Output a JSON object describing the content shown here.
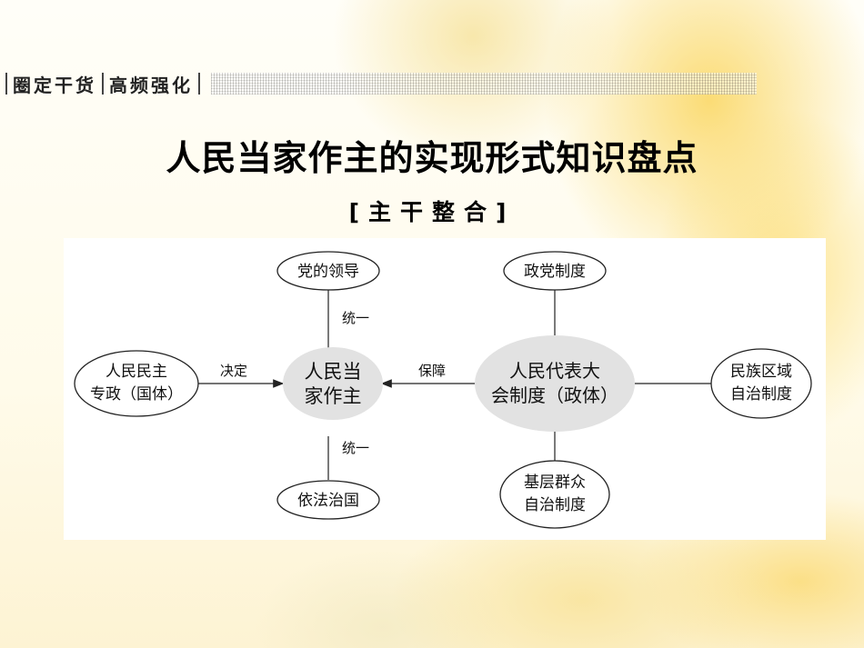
{
  "header": {
    "label_left": "圈定干货",
    "label_right": "高频强化"
  },
  "title": "人民当家作主的实现形式知识盘点",
  "subtitle": "[主干整合]",
  "diagram": {
    "center": {
      "line1": "人民当",
      "line2": "家作主"
    },
    "top_node": "党的领导",
    "top_edge": "统一",
    "bottom_node": "依法治国",
    "bottom_edge": "统一",
    "left_node": {
      "line1": "人民民主",
      "line2": "专政（国体）"
    },
    "left_edge": "决定",
    "right_hub": {
      "line1": "人民代表大",
      "line2": "会制度（政体）"
    },
    "right_edge": "保障",
    "hub_top": "政党制度",
    "hub_right": {
      "line1": "民族区域",
      "line2": "自治制度"
    },
    "hub_bottom": {
      "line1": "基层群众",
      "line2": "自治制度"
    }
  }
}
